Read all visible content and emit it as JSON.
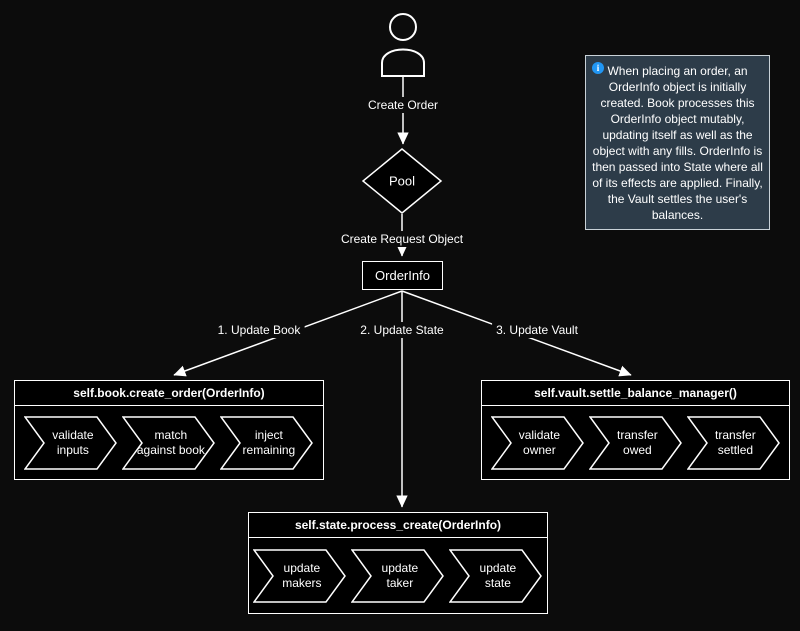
{
  "canvas": {
    "background": "#0c0c0c",
    "stroke": "#ffffff",
    "shape_fill": "#000000"
  },
  "flow": {
    "edge_create_order": "Create Order",
    "pool": "Pool",
    "edge_create_request": "Create Request Object",
    "order_info": "OrderInfo",
    "edge_update_book": "1. Update Book",
    "edge_update_state": "2. Update State",
    "edge_update_vault": "3. Update Vault"
  },
  "groups": [
    {
      "title": "self.book.create_order(OrderInfo)",
      "steps": [
        {
          "line1": "validate",
          "line2": "inputs"
        },
        {
          "line1": "match",
          "line2": "against book"
        },
        {
          "line1": "inject",
          "line2": "remaining"
        }
      ]
    },
    {
      "title": "self.vault.settle_balance_manager()",
      "steps": [
        {
          "line1": "validate",
          "line2": "owner"
        },
        {
          "line1": "transfer",
          "line2": "owed"
        },
        {
          "line1": "transfer",
          "line2": "settled"
        }
      ]
    },
    {
      "title": "self.state.process_create(OrderInfo)",
      "steps": [
        {
          "line1": "update",
          "line2": "makers"
        },
        {
          "line1": "update",
          "line2": "taker"
        },
        {
          "line1": "update",
          "line2": "state"
        }
      ]
    }
  ],
  "note": {
    "icon_glyph": "i",
    "icon_color": "#2196f3",
    "background": "#2d3c49",
    "border": "#c9d2d8",
    "text": "When placing an order, an OrderInfo object is initially created. Book processes this OrderInfo object mutably, updating itself as well as the object with any fills. OrderInfo is then passed into State where all of its effects are applied. Finally, the Vault settles the user's balances."
  }
}
